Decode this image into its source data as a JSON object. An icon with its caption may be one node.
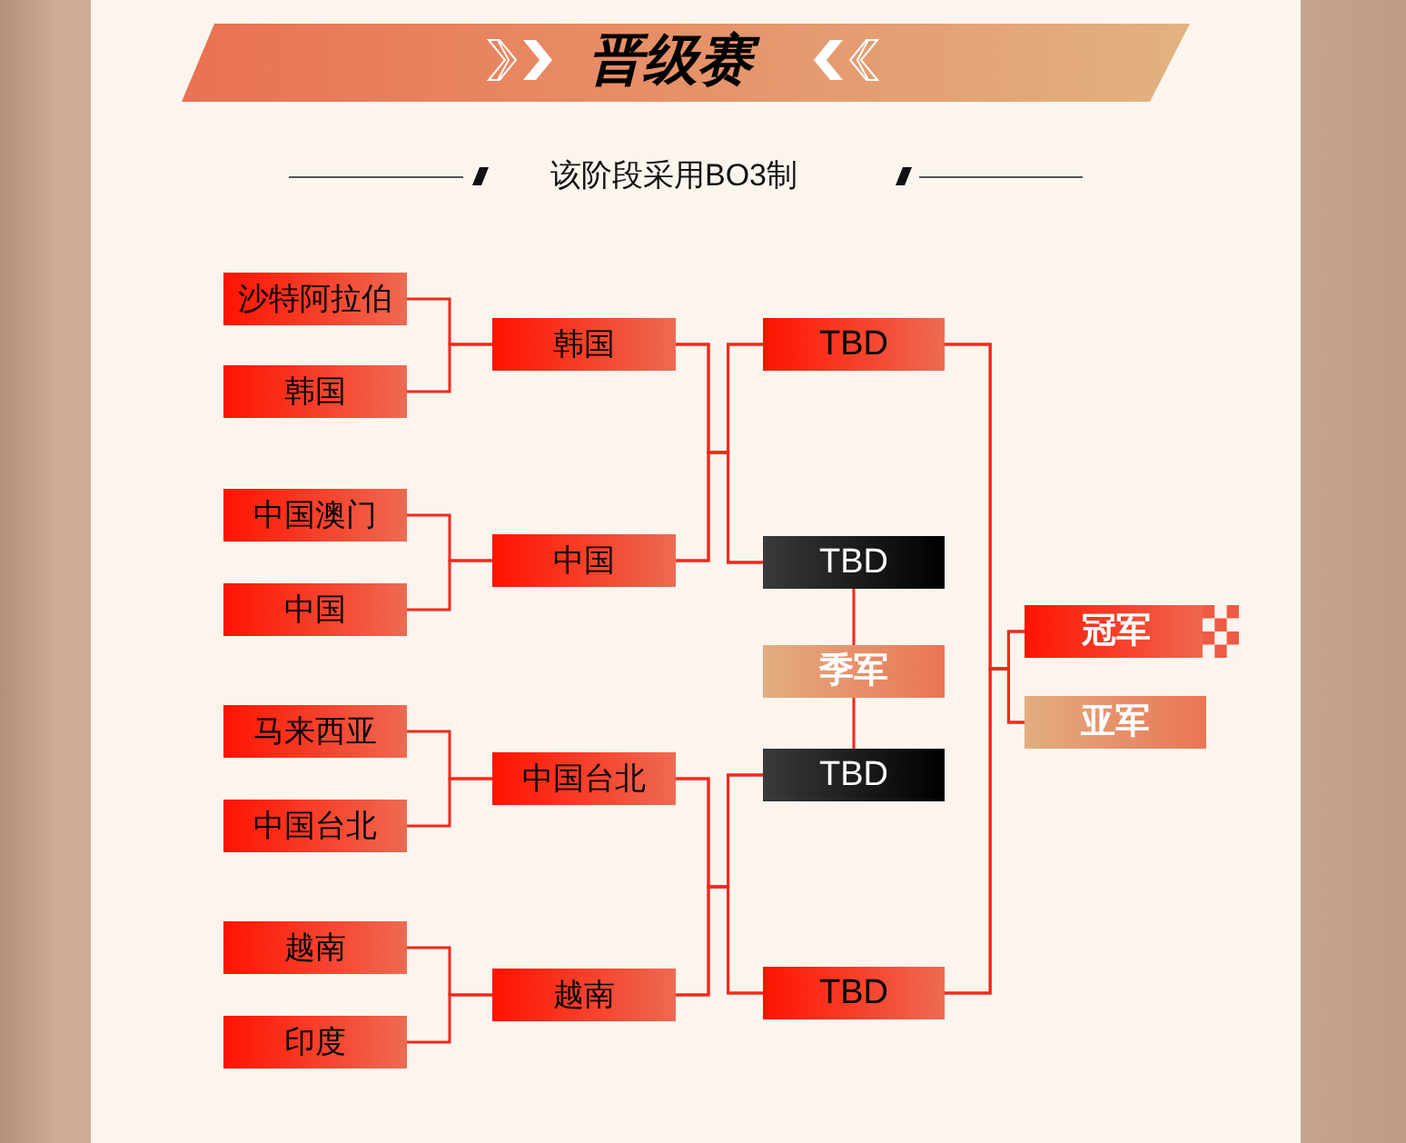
{
  "diagram": {
    "title": "晋级赛",
    "nodes": [
      {
        "text": [
          "沙特阿拉伯"
        ]
      },
      {
        "text": [
          "韩国"
        ]
      },
      {
        "text": [
          "中国澳门"
        ]
      },
      {
        "text": [
          "中国"
        ]
      },
      {
        "text": [
          "马来西亚"
        ]
      },
      {
        "text": [
          "中国台北"
        ]
      },
      {
        "text": [
          "越南"
        ]
      },
      {
        "text": [
          "印度"
        ]
      },
      {
        "text": [
          "韩国"
        ]
      },
      {
        "text": [
          "中国"
        ]
      },
      {
        "text": [
          "中国台北"
        ]
      },
      {
        "text": [
          "越南"
        ]
      },
      {
        "text": [
          "TBD"
        ]
      },
      {
        "text": [
          "TBD"
        ]
      },
      {
        "text": [
          "季军"
        ]
      },
      {
        "text": [
          "TBD"
        ]
      },
      {
        "text": [
          "TBD"
        ]
      },
      {
        "text": [
          "冠军"
        ]
      },
      {
        "text": [
          "亚军"
        ]
      }
    ],
    "edges": [
      {
        "from": 0,
        "to": 8,
        "arrow": "none"
      },
      {
        "from": 1,
        "to": 8,
        "arrow": "none"
      },
      {
        "from": 2,
        "to": 9,
        "arrow": "none"
      },
      {
        "from": 3,
        "to": 9,
        "arrow": "none"
      },
      {
        "from": 4,
        "to": 10,
        "arrow": "none"
      },
      {
        "from": 5,
        "to": 10,
        "arrow": "none"
      },
      {
        "from": 6,
        "to": 11,
        "arrow": "none"
      },
      {
        "from": 7,
        "to": 11,
        "arrow": "none"
      },
      {
        "from": 8,
        "to": 12,
        "arrow": "none"
      },
      {
        "from": 8,
        "to": 13,
        "arrow": "none"
      },
      {
        "from": 9,
        "to": 12,
        "arrow": "none"
      },
      {
        "from": 9,
        "to": 13,
        "arrow": "none"
      },
      {
        "from": 10,
        "to": 15,
        "arrow": "none"
      },
      {
        "from": 10,
        "to": 16,
        "arrow": "none"
      },
      {
        "from": 11,
        "to": 15,
        "arrow": "none"
      },
      {
        "from": 11,
        "to": 16,
        "arrow": "none"
      },
      {
        "from": 13,
        "to": 14,
        "arrow": "none"
      },
      {
        "from": 15,
        "to": 14,
        "arrow": "none"
      },
      {
        "from": 12,
        "to": 17,
        "arrow": "none"
      },
      {
        "from": 12,
        "to": 18,
        "arrow": "none"
      },
      {
        "from": 16,
        "to": 17,
        "arrow": "none"
      },
      {
        "from": 16,
        "to": 18,
        "arrow": "none"
      }
    ],
    "labels": [
      "该阶段采用BO3制"
    ]
  }
}
